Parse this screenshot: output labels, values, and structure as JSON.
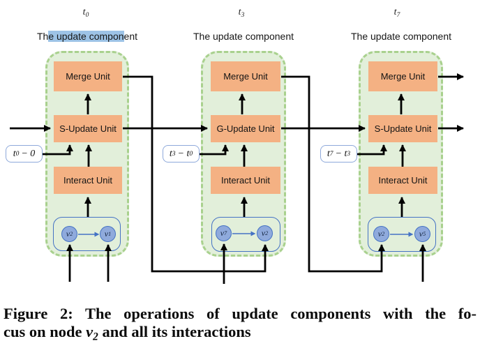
{
  "figure": {
    "columns": [
      {
        "timestamp": {
          "base": "t",
          "sub": "0"
        },
        "header": {
          "pre": "Th",
          "highlight": "e update compon",
          "post": "ent"
        },
        "merge_label": "Merge Unit",
        "update_label": "S-Update Unit",
        "interact_label": "Interact Unit",
        "delta": {
          "a_base": "t",
          "a_sub": "0",
          "minus": "−",
          "b_base": "0",
          "b_sub": ""
        },
        "nodes": {
          "src": {
            "base": "v",
            "sub": "2"
          },
          "dst": {
            "base": "v",
            "sub": "1"
          }
        }
      },
      {
        "timestamp": {
          "base": "t",
          "sub": "3"
        },
        "header": {
          "pre": "The update component",
          "highlight": "",
          "post": ""
        },
        "merge_label": "Merge Unit",
        "update_label": "G-Update Unit",
        "interact_label": "Interact Unit",
        "delta": {
          "a_base": "t",
          "a_sub": "3",
          "minus": "−",
          "b_base": "t",
          "b_sub": "0"
        },
        "nodes": {
          "src": {
            "base": "v",
            "sub": "7"
          },
          "dst": {
            "base": "v",
            "sub": "2"
          }
        }
      },
      {
        "timestamp": {
          "base": "t",
          "sub": "7"
        },
        "header": {
          "pre": "The update component",
          "highlight": "",
          "post": ""
        },
        "merge_label": "Merge Unit",
        "update_label": "S-Update Unit",
        "interact_label": "Interact Unit",
        "delta": {
          "a_base": "t",
          "a_sub": "7",
          "minus": "−",
          "b_base": "t",
          "b_sub": "3"
        },
        "nodes": {
          "src": {
            "base": "v",
            "sub": "2"
          },
          "dst": {
            "base": "v",
            "sub": "5"
          }
        }
      }
    ],
    "caption": {
      "line1": "Figure 2: The operations of update components with the fo-",
      "line2_pre": "cus on node ",
      "node_base": "v",
      "node_sub": "2",
      "line2_post": " and all its interactions"
    },
    "colors": {
      "unit_fill": "#F4B183",
      "component_fill": "#E2EFDA",
      "component_border": "#A9D18E",
      "node_fill": "#8FAADC",
      "node_border": "#4472C4",
      "delta_border": "#8EA9DB",
      "highlight": "#9DC3E6",
      "arrow": "#000000"
    }
  }
}
